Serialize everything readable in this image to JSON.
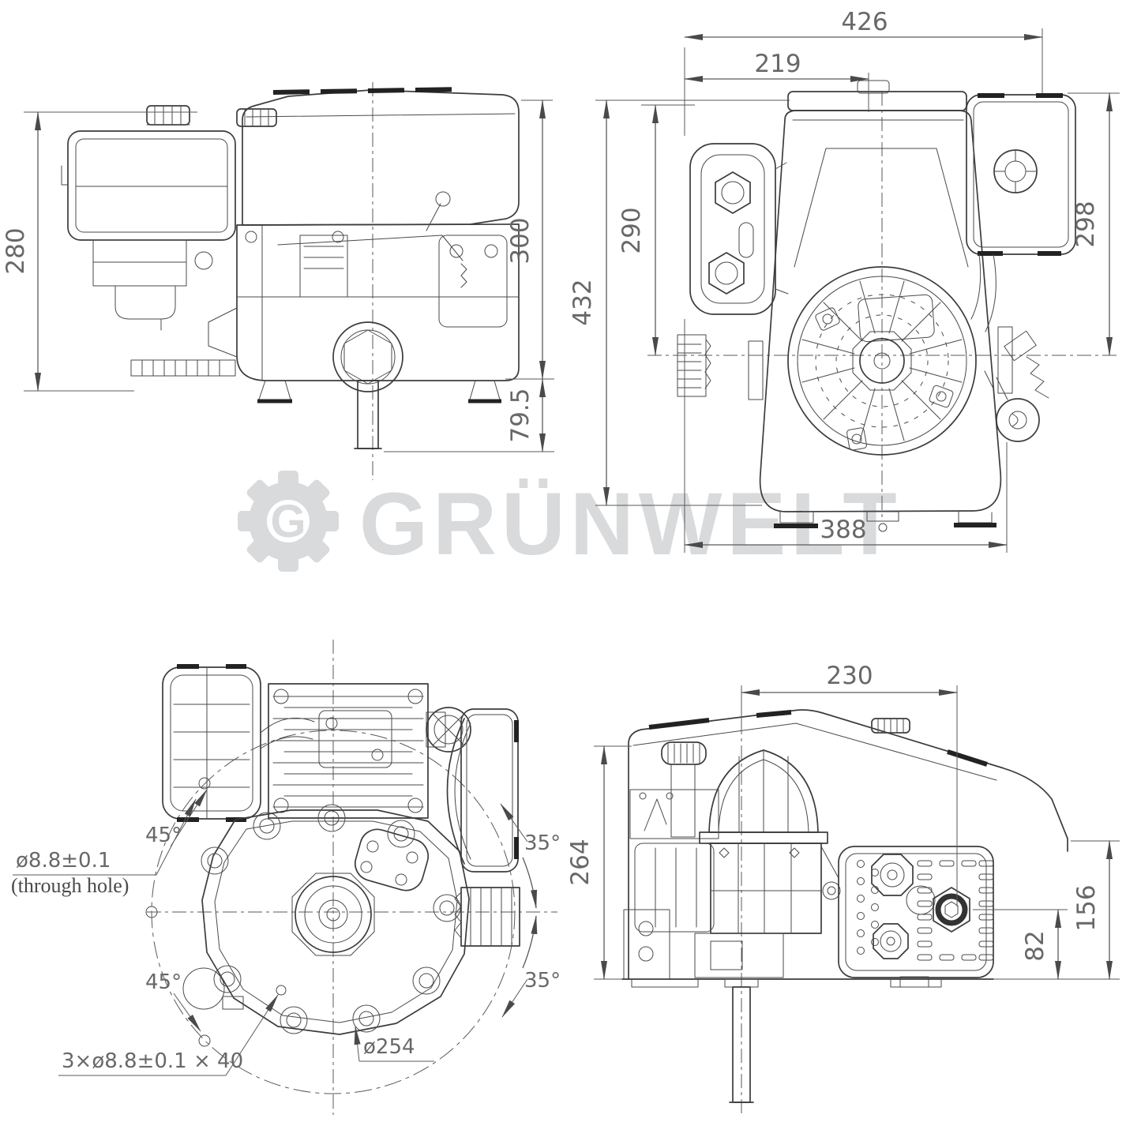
{
  "watermark": {
    "logo_letter": "G",
    "brand": "GRÜNWELT"
  },
  "colors": {
    "line": "#3c3c3c",
    "dimension": "#5a5a5a",
    "label_text": "#686868",
    "watermark": "#d8dadc",
    "background": "#ffffff"
  },
  "views": {
    "side_view": {
      "height_overall": "280",
      "height_to_mount": "300",
      "shaft_length": "79.5"
    },
    "front_view": {
      "width_overall": "426",
      "width_to_center": "219",
      "height_overall": "432",
      "height_to_crank_center": "290",
      "height_muffler_to_center": "298",
      "width_base": "388"
    },
    "top_view": {
      "angle_upper_left": "45°",
      "through_hole_dia": "ø8.8±0.1",
      "through_hole_note": "(through hole)",
      "angle_lower_left": "45°",
      "mount_holes": "3×ø8.8±0.1 × 40",
      "bolt_circle_dia": "ø254",
      "angle_upper_right": "35°",
      "angle_lower_right": "35°"
    },
    "rear_view": {
      "width_center_to_muffler": "230",
      "height_overall": "264",
      "height_muffler": "156",
      "height_muffler_center": "82"
    }
  }
}
